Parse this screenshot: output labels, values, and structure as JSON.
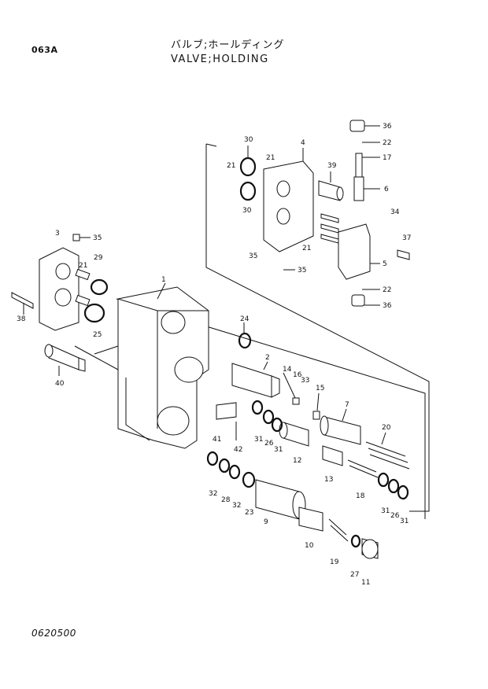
{
  "header": {
    "page_code": "063A",
    "title_jp": "バルブ;ホールディング",
    "title_en": "VALVE;HOLDING"
  },
  "footer": {
    "doc_number": "0620500"
  },
  "callouts": [
    {
      "id": "c36a",
      "label": "36"
    },
    {
      "id": "c22a",
      "label": "22"
    },
    {
      "id": "c17",
      "label": "17"
    },
    {
      "id": "c6",
      "label": "6"
    },
    {
      "id": "c34",
      "label": "34"
    },
    {
      "id": "c37",
      "label": "37"
    },
    {
      "id": "c5",
      "label": "5"
    },
    {
      "id": "c22b",
      "label": "22"
    },
    {
      "id": "c36b",
      "label": "36"
    },
    {
      "id": "c30a",
      "label": "30"
    },
    {
      "id": "c4",
      "label": "4"
    },
    {
      "id": "c21a",
      "label": "21"
    },
    {
      "id": "c21b",
      "label": "21"
    },
    {
      "id": "c39",
      "label": "39"
    },
    {
      "id": "c30b",
      "label": "30"
    },
    {
      "id": "c21c",
      "label": "21"
    },
    {
      "id": "c35a",
      "label": "35"
    },
    {
      "id": "c35b",
      "label": "35"
    },
    {
      "id": "c3",
      "label": "3"
    },
    {
      "id": "c35c",
      "label": "35"
    },
    {
      "id": "c29",
      "label": "29"
    },
    {
      "id": "c21d",
      "label": "21"
    },
    {
      "id": "c38",
      "label": "38"
    },
    {
      "id": "c25",
      "label": "25"
    },
    {
      "id": "c1",
      "label": "1"
    },
    {
      "id": "c40",
      "label": "40"
    },
    {
      "id": "c24",
      "label": "24"
    },
    {
      "id": "c2",
      "label": "2"
    },
    {
      "id": "c14",
      "label": "14"
    },
    {
      "id": "c16",
      "label": "16"
    },
    {
      "id": "c33",
      "label": "33"
    },
    {
      "id": "c15",
      "label": "15"
    },
    {
      "id": "c7",
      "label": "7"
    },
    {
      "id": "c20",
      "label": "20"
    },
    {
      "id": "c41",
      "label": "41"
    },
    {
      "id": "c42",
      "label": "42"
    },
    {
      "id": "c31a",
      "label": "31"
    },
    {
      "id": "c26a",
      "label": "26"
    },
    {
      "id": "c31b",
      "label": "31"
    },
    {
      "id": "c12",
      "label": "12"
    },
    {
      "id": "c13",
      "label": "13"
    },
    {
      "id": "c18",
      "label": "18"
    },
    {
      "id": "c32a",
      "label": "32"
    },
    {
      "id": "c28",
      "label": "28"
    },
    {
      "id": "c32b",
      "label": "32"
    },
    {
      "id": "c23",
      "label": "23"
    },
    {
      "id": "c9",
      "label": "9"
    },
    {
      "id": "c31c",
      "label": "31"
    },
    {
      "id": "c26b",
      "label": "26"
    },
    {
      "id": "c31d",
      "label": "31"
    },
    {
      "id": "c10",
      "label": "10"
    },
    {
      "id": "c19",
      "label": "19"
    },
    {
      "id": "c27",
      "label": "27"
    },
    {
      "id": "c11",
      "label": "11"
    }
  ]
}
